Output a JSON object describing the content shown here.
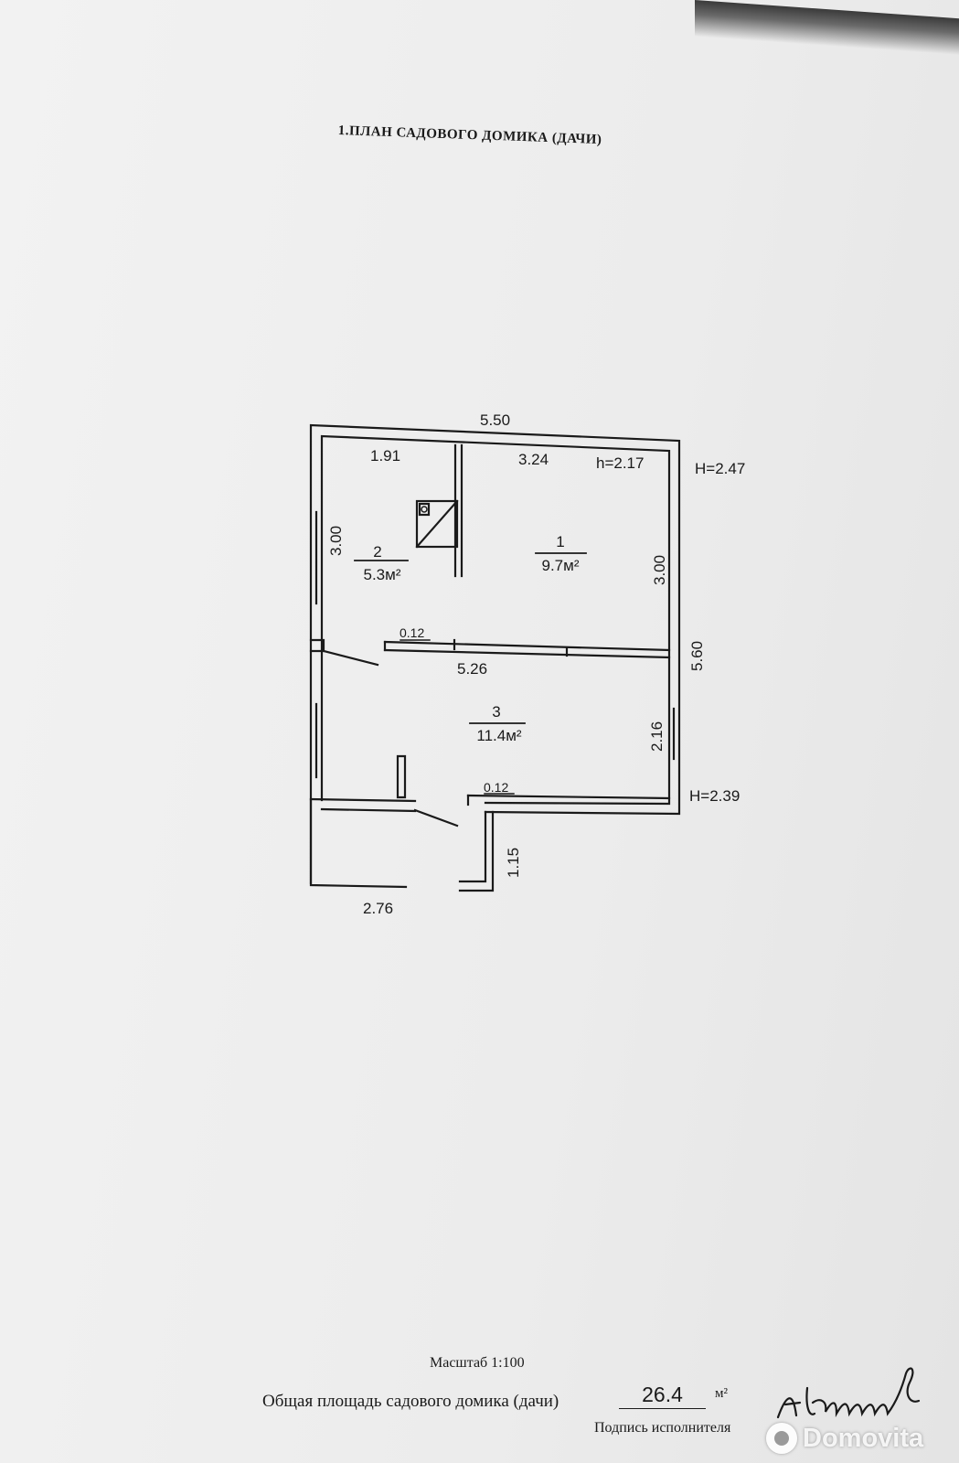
{
  "document": {
    "title": "1.ПЛАН САДОВОГО ДОМИКА (ДАЧИ)",
    "scale_label": "Масштаб 1:100",
    "total_area_label": "Общая площадь садового домика (дачи)",
    "total_area_value": "26.4",
    "total_area_unit": "м²",
    "signature_label": "Подпись исполнителя",
    "watermark": "Domovita"
  },
  "plan": {
    "dimensions": {
      "overall_width": "5.50",
      "room2_width": "1.91",
      "room1_width": "3.24",
      "room1_inner_height": "h=2.17",
      "exterior_height_top": "H=2.47",
      "room2_depth": "3.00",
      "room1_depth": "3.00",
      "overall_depth": "5.60",
      "wall_thickness_mid": "0.12",
      "room3_width": "5.26",
      "room3_depth": "2.16",
      "wall_thickness_bottom": "0.12",
      "exterior_height_bottom": "H=2.39",
      "porch_depth": "1.15",
      "porch_width": "2.76"
    },
    "rooms": [
      {
        "number": "1",
        "area": "9.7м²"
      },
      {
        "number": "2",
        "area": "5.3м²"
      },
      {
        "number": "3",
        "area": "11.4м²"
      }
    ]
  },
  "colors": {
    "ink": "#1a1a1a",
    "paper": "#eeeeee"
  }
}
